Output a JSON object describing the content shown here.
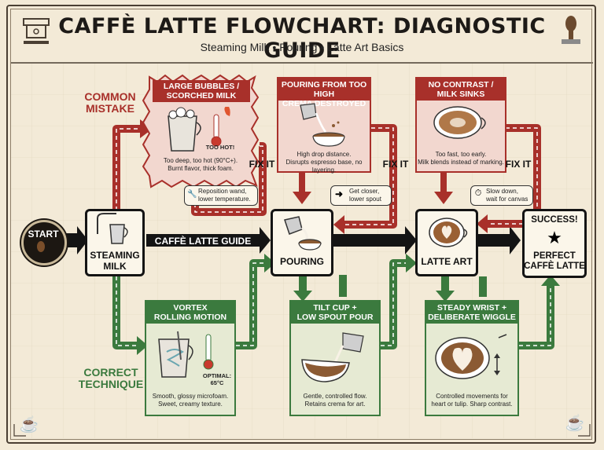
{
  "header": {
    "title": "CAFFÈ LATTE FLOWCHART: DIAGNOSTIC GUIDE",
    "subtitle": "Steaming Milk • Pouring • Latte Art Basics"
  },
  "labels": {
    "common_mistake": "COMMON\nMISTAKE",
    "correct_technique": "CORRECT\nTECHNIQUE",
    "guide_banner": "CAFFÈ LATTE GUIDE",
    "fix_it": "FIX IT"
  },
  "start": {
    "label": "START"
  },
  "steps": [
    {
      "label": "STEAMING\nMILK"
    },
    {
      "label": "POURING"
    },
    {
      "label": "LATTE ART"
    }
  ],
  "success": {
    "title": "SUCCESS!",
    "label": "PERFECT\nCAFFÈ LATTE"
  },
  "mistakes": [
    {
      "title": "LARGE BUBBLES /\nSCORCHED MILK",
      "badge": "TOO HOT!",
      "desc": "Too deep, too hot (90°C+).\nBurnt flavor, thick foam.",
      "fix": "Reposition wand,\nlower temperature."
    },
    {
      "title": "POURING FROM TOO HIGH\nCREMA DESTROYED",
      "desc": "High drop distance.\nDisrupts espresso base, no layering.",
      "fix": "Get closer,\nlower spout"
    },
    {
      "title": "NO CONTRAST /\nMILK SINKS",
      "desc": "Too fast, too early.\nMilk blends instead of marking.",
      "fix": "Slow down,\nwait for canvas"
    }
  ],
  "techniques": [
    {
      "title": "VORTEX\nROLLING MOTION",
      "badge": "OPTIMAL:\n65°C",
      "desc": "Smooth, glossy microfoam.\nSweet, creamy texture."
    },
    {
      "title": "TILT CUP +\nLOW SPOUT POUR",
      "desc": "Gentle, controlled flow.\nRetains crema for art."
    },
    {
      "title": "STEADY WRIST +\nDELIBERATE WIGGLE",
      "desc": "Controlled movements for\nheart or tulip. Sharp contrast."
    }
  ],
  "colors": {
    "red": "#a8302a",
    "green": "#3b7a3e",
    "black": "#141414",
    "paper": "#f3ead7",
    "mistake_fill": "#f2d7cf",
    "good_fill": "#e6ead3"
  }
}
